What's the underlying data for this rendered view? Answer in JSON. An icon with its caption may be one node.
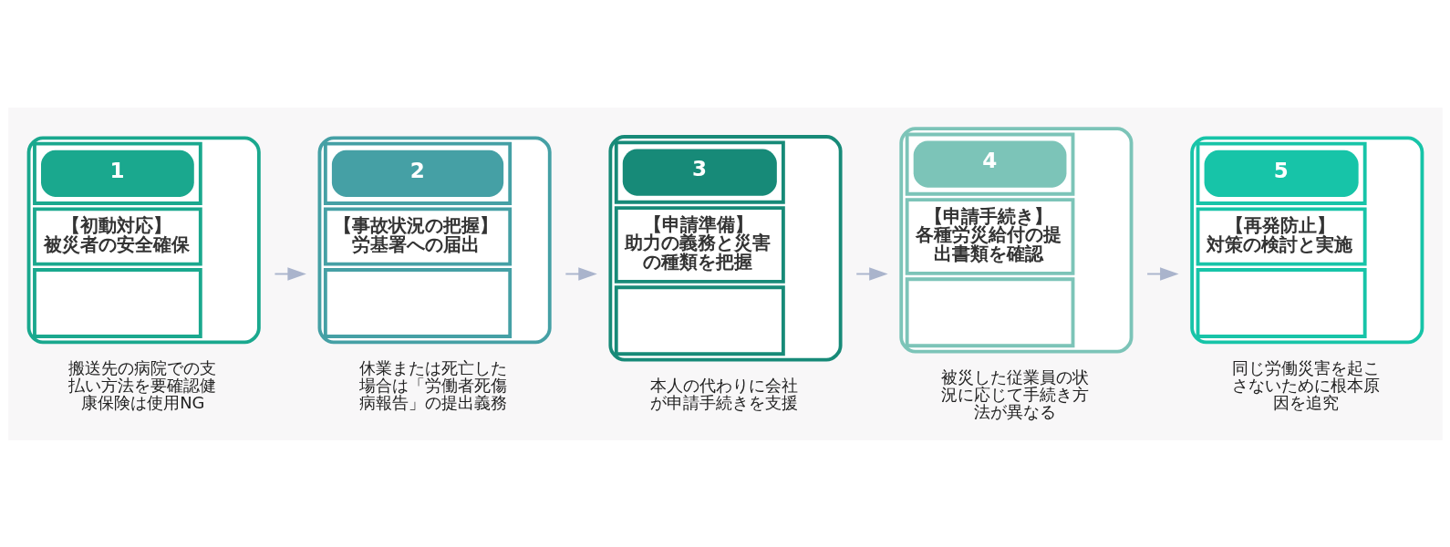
{
  "diagram": {
    "nodes": [
      {
        "text": [
          "1",
          "【初動対応】被災者の安全確保"
        ],
        "beside": [
          "搬送先の病院での支払い方法を要確認健康保険は使用NG"
        ]
      },
      {
        "text": [
          "2",
          "【事故状況の把握】労基署への届出"
        ],
        "beside": [
          "休業または死亡した場合は「労働者死傷病報告」の提出義務"
        ]
      },
      {
        "text": [
          "3",
          "【申請準備】助力の義務と災害の種類を把握"
        ],
        "beside": [
          "本人の代わりに会社が申請手続きを支援"
        ]
      },
      {
        "text": [
          "4",
          "【申請手続き】各種労災給付の提出書類を確認"
        ],
        "beside": [
          "被災した従業員の状況に応じて手続き方法が異なる"
        ]
      },
      {
        "text": [
          "5",
          "【再発防止】対策の検討と実施"
        ],
        "beside": [
          "同じ労働災害を起こさないために根本原因を追究"
        ]
      }
    ],
    "edges": [
      {
        "from": 0,
        "to": 1,
        "arrow": "to"
      },
      {
        "from": 1,
        "to": 2,
        "arrow": "to"
      },
      {
        "from": 2,
        "to": 3,
        "arrow": "to"
      },
      {
        "from": 3,
        "to": 4,
        "arrow": "to"
      }
    ]
  }
}
